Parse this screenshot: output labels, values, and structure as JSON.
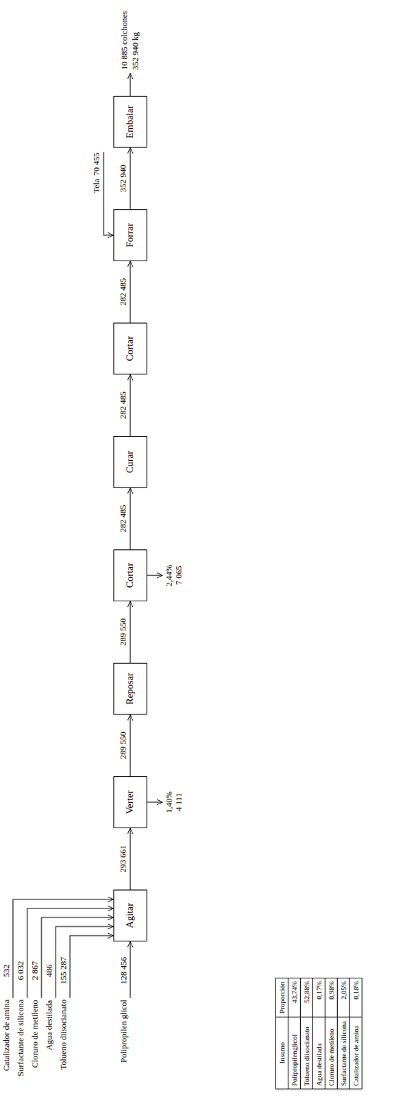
{
  "diagram": {
    "nodes": [
      {
        "text": [
          "Agitar"
        ]
      },
      {
        "text": [
          "Verter"
        ]
      },
      {
        "text": [
          "Reposar"
        ]
      },
      {
        "text": [
          "Cortar"
        ]
      },
      {
        "text": [
          "Curar"
        ]
      },
      {
        "text": [
          "Cortar"
        ]
      },
      {
        "text": [
          "Forrar"
        ]
      },
      {
        "text": [
          "Embalar"
        ]
      }
    ],
    "edges": [
      {
        "from": 0,
        "to": 1,
        "label": "293 661",
        "arrow": "to"
      },
      {
        "from": 1,
        "to": 2,
        "label": "289 550",
        "arrow": "to"
      },
      {
        "from": 2,
        "to": 3,
        "label": "289 550",
        "arrow": "to"
      },
      {
        "from": 3,
        "to": 4,
        "label": "282 485",
        "arrow": "to"
      },
      {
        "from": 4,
        "to": 5,
        "label": "282 485",
        "arrow": "to"
      },
      {
        "from": 5,
        "to": 6,
        "label": "282 485",
        "arrow": "to"
      },
      {
        "from": 6,
        "to": 7,
        "label": "352 940",
        "arrow": "to"
      }
    ],
    "labels": [
      "Catalizador de amina",
      "532",
      "Surfactante de silicona",
      "6 032",
      "Cloruro de metileno",
      "2 867",
      "Agua destilada",
      "486",
      "Tolueno diisocianato",
      "155 287",
      "Polipropilen glicol",
      "128 456",
      "1,40%",
      "4 111",
      "2,44%",
      "7 065",
      "Tela",
      "70 455",
      "10 885 colchones",
      "352 940 kg",
      "Insumo",
      "Proporción",
      "Polipropilenglicol",
      "43,74%",
      "Tolueno diisocianato",
      "52,88%",
      "Agua destilada",
      "0,17%",
      "Cloruro de metileno",
      "0,98%",
      "Surfactante de silicona",
      "2,05%",
      "Catalizador de amina",
      "0,18%"
    ]
  }
}
